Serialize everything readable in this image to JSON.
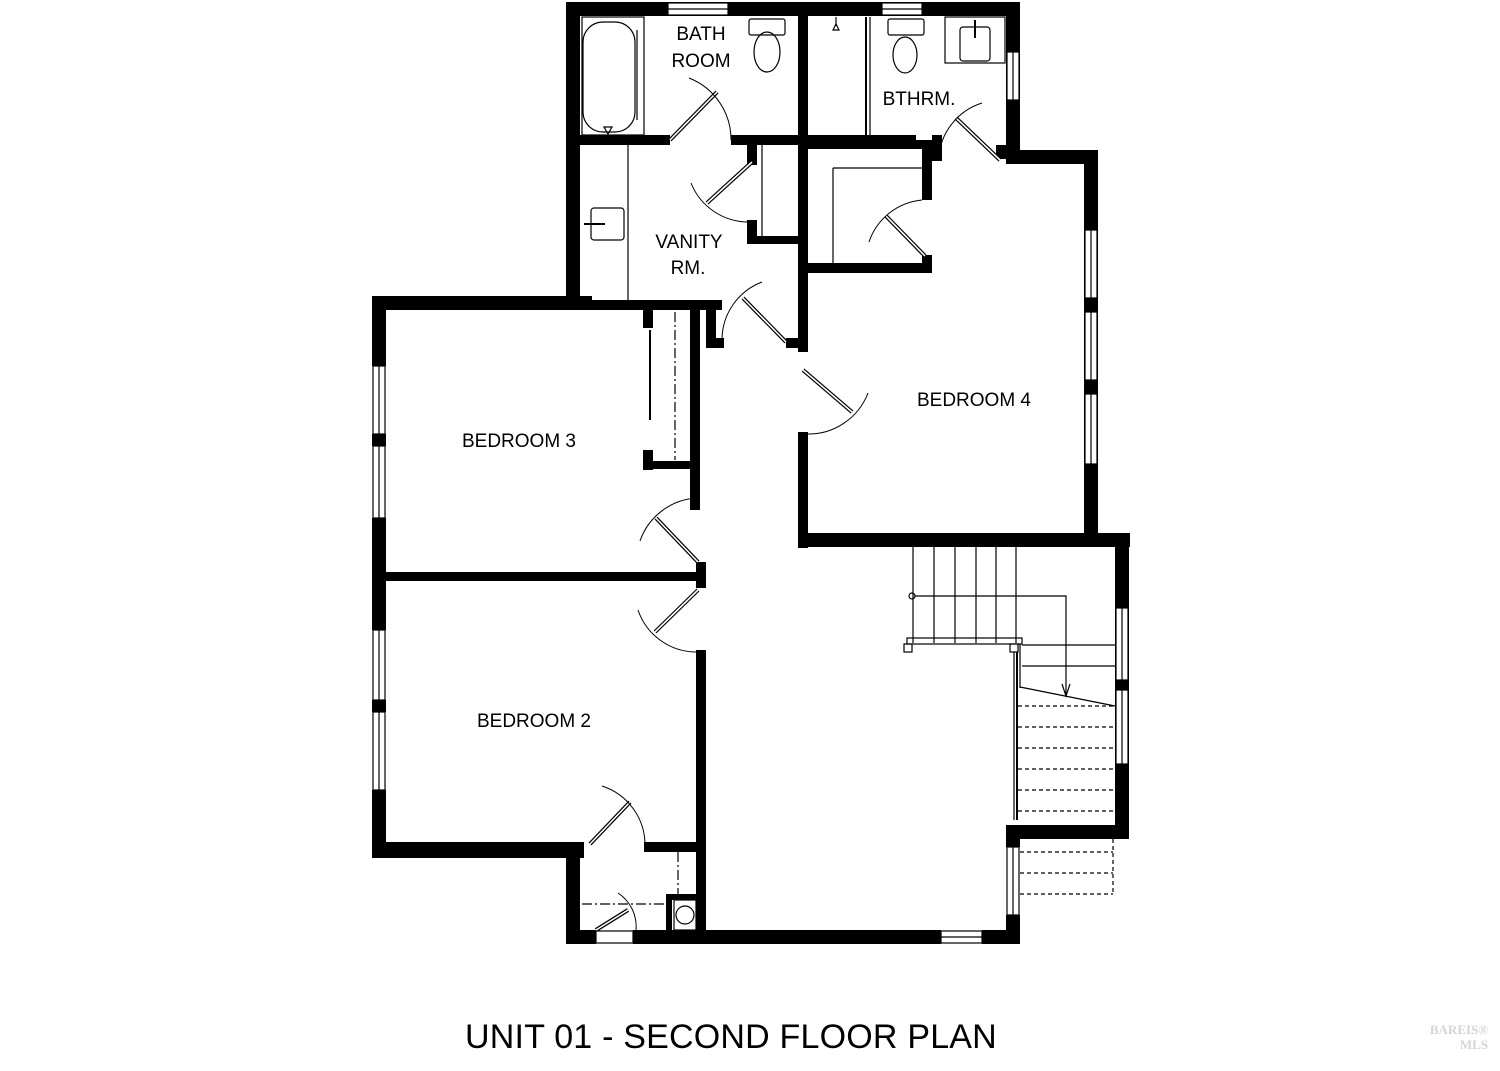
{
  "plan": {
    "title": "UNIT 01 - SECOND FLOOR PLAN",
    "rooms": [
      {
        "id": "bathroom",
        "label_lines": [
          "BATH",
          "ROOM"
        ]
      },
      {
        "id": "bthrm",
        "label_lines": [
          "BTHRM."
        ]
      },
      {
        "id": "vanity",
        "label_lines": [
          "VANITY",
          "RM."
        ]
      },
      {
        "id": "bedroom-3",
        "label_lines": [
          "BEDROOM 3"
        ]
      },
      {
        "id": "bedroom-4",
        "label_lines": [
          "BEDROOM 4"
        ]
      },
      {
        "id": "bedroom-2",
        "label_lines": [
          "BEDROOM 2"
        ]
      }
    ],
    "colors": {
      "wall": "#000000",
      "background": "#ffffff",
      "watermark": "#d4d4d4"
    }
  },
  "watermark": {
    "line1": "BAREIS®",
    "line2": "MLS"
  }
}
